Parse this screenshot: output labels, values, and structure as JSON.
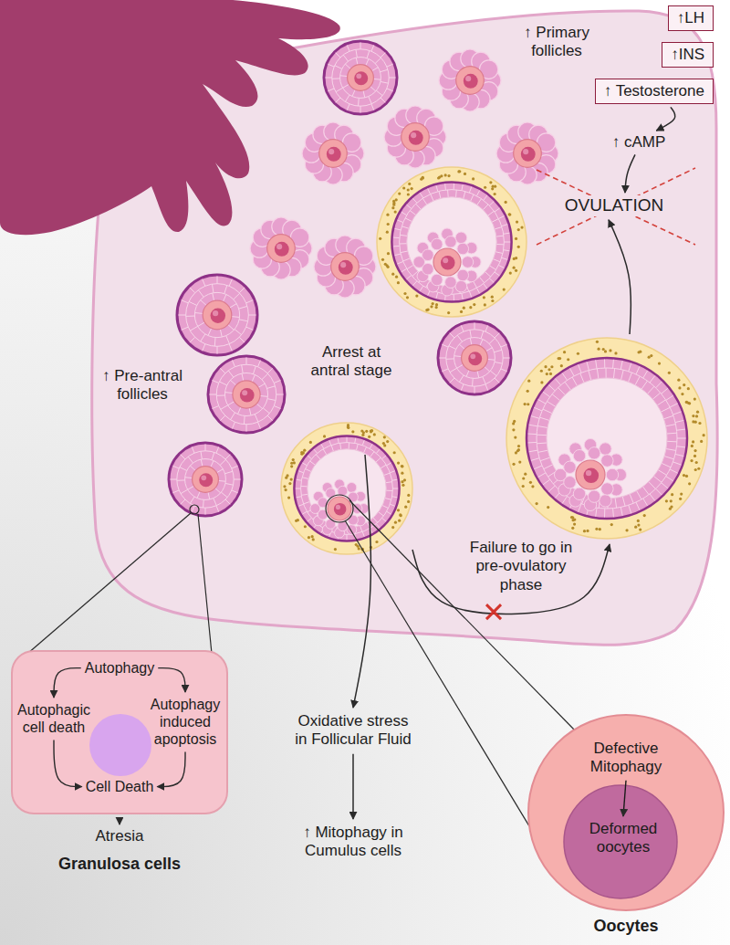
{
  "diagram": {
    "nodes": [
      {
        "text": [
          "↑LH"
        ]
      },
      {
        "text": [
          "↑INS"
        ]
      },
      {
        "text": [
          "↑ Testosterone"
        ]
      },
      {
        "text": [
          "Autophagy",
          "Autophagic cell death",
          "Autophagy induced apoptosis",
          "Cell Death",
          "Granulosa cells"
        ]
      },
      {
        "text": [
          "Defective Mitophagy",
          "Deformed oocytes",
          "Oocytes"
        ]
      }
    ],
    "labels": [
      "↑ Primary follicles",
      "↑ cAMP",
      "OVULATION",
      "↑ Pre-antral follicles",
      "Arrest at antral stage",
      "Failure to go in pre-ovulatory phase",
      "Oxidative stress in Follicular Fluid",
      "Atresia",
      "↑ Mitophagy in Cumulus cells"
    ]
  }
}
